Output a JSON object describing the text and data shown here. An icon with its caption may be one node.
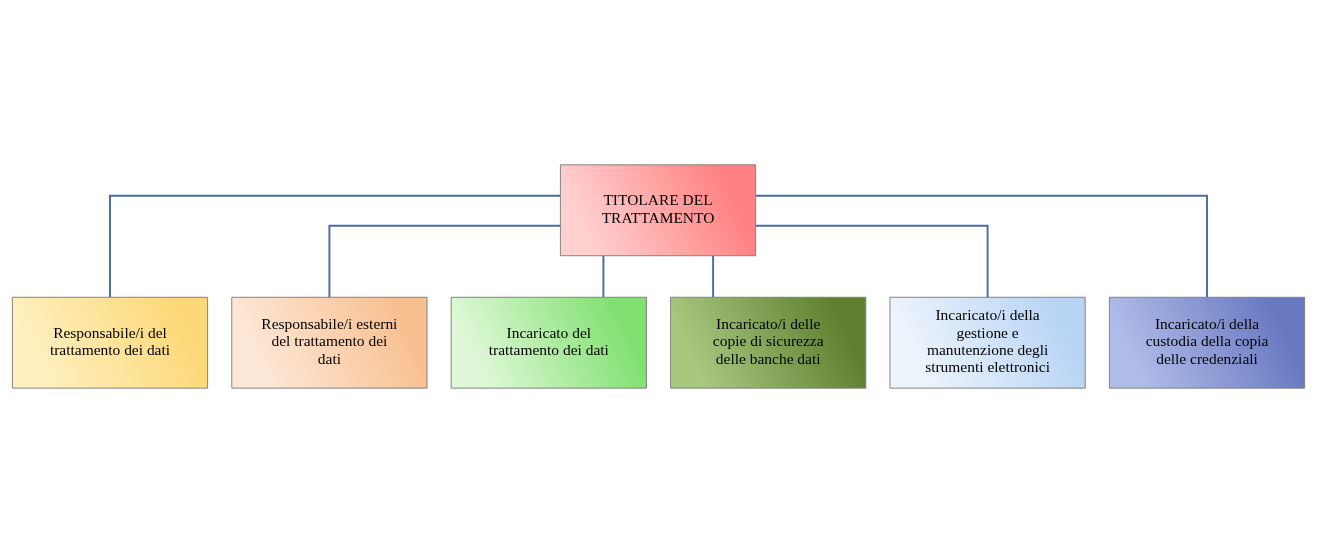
{
  "diagram": {
    "nodes": [
      {
        "text": [
          "TITOLARE DEL TRATTAMENTO"
        ]
      },
      {
        "text": [
          "Responsabile/i del trattamento dei dati"
        ]
      },
      {
        "text": [
          "Responsabile/i esterni del trattamento dei dati"
        ]
      },
      {
        "text": [
          "Incaricato del trattamento dei dati"
        ]
      },
      {
        "text": [
          "Incaricato/i delle copie di sicurezza delle banche dati"
        ]
      },
      {
        "text": [
          "Incaricato/i della gestione e manutenzione degli strumenti elettronici"
        ]
      },
      {
        "text": [
          "Incaricato/i della custodia della copia delle credenziali"
        ]
      }
    ],
    "edges": [
      {
        "from": 0,
        "to": 1,
        "arrow": "none"
      },
      {
        "from": 0,
        "to": 2,
        "arrow": "none"
      },
      {
        "from": 0,
        "to": 3,
        "arrow": "none"
      },
      {
        "from": 0,
        "to": 4,
        "arrow": "none"
      },
      {
        "from": 0,
        "to": 5,
        "arrow": "none"
      },
      {
        "from": 0,
        "to": 6,
        "arrow": "none"
      }
    ]
  }
}
